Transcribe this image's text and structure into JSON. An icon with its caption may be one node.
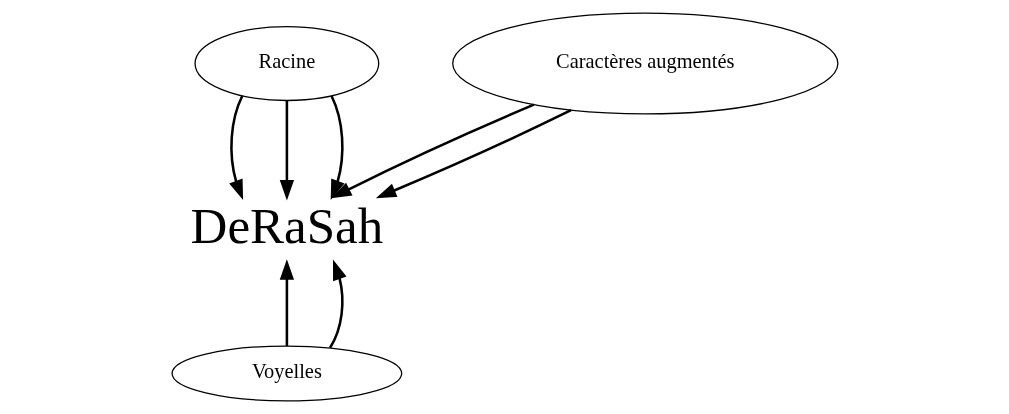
{
  "diagram": {
    "nodes": [
      {
        "text": [
          "Racine"
        ]
      },
      {
        "text": [
          "Caractères augmentés"
        ]
      },
      {
        "text": [
          "DeRaSah"
        ]
      },
      {
        "text": [
          "Voyelles"
        ]
      }
    ],
    "edges": [
      {
        "from": 0,
        "to": 2,
        "arrow": "to"
      },
      {
        "from": 0,
        "to": 2,
        "arrow": "to"
      },
      {
        "from": 0,
        "to": 2,
        "arrow": "to"
      },
      {
        "from": 1,
        "to": 2,
        "arrow": "to"
      },
      {
        "from": 1,
        "to": 2,
        "arrow": "to"
      },
      {
        "from": 3,
        "to": 2,
        "arrow": "to"
      },
      {
        "from": 3,
        "to": 2,
        "arrow": "to"
      }
    ]
  }
}
